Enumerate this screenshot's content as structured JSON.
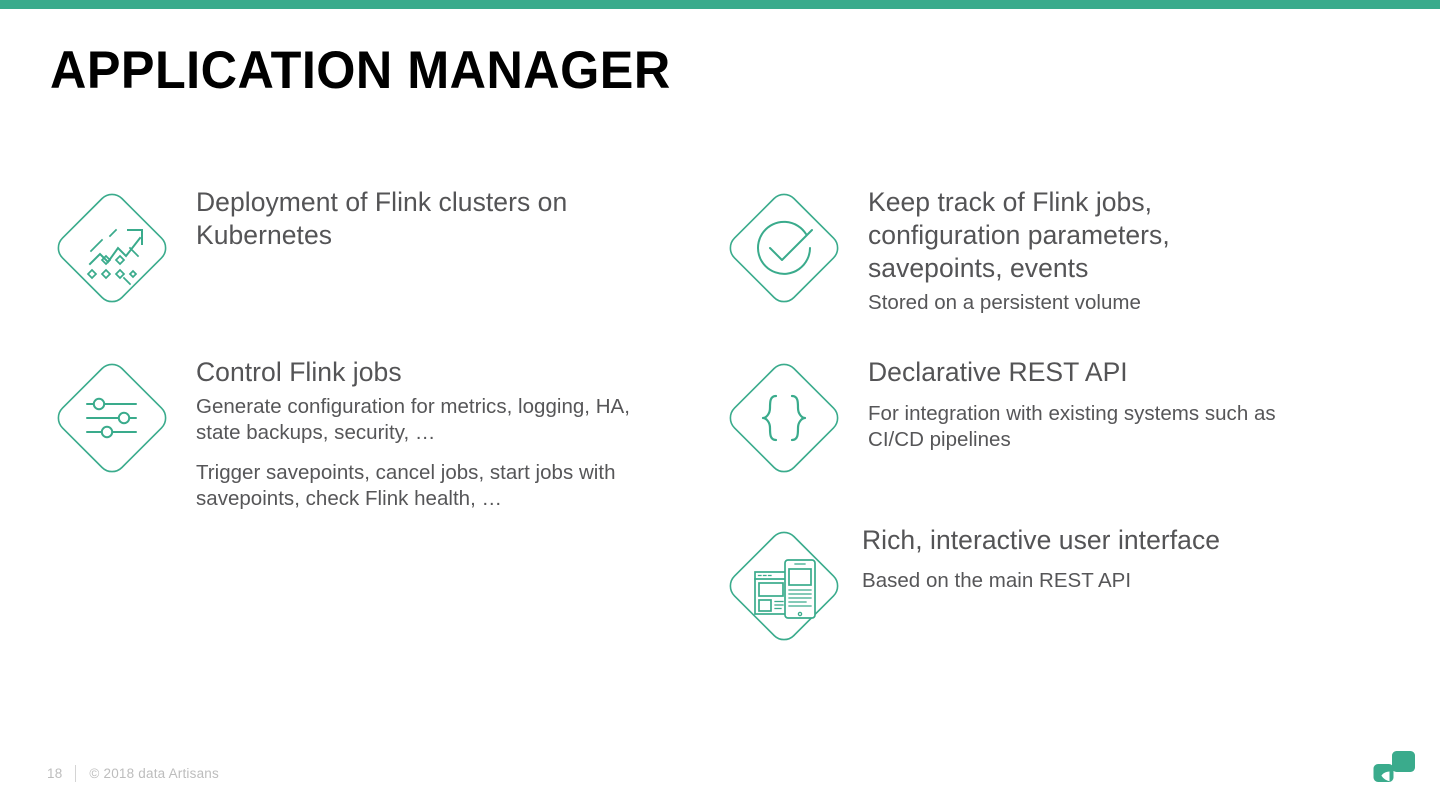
{
  "theme": {
    "accent": "#3aab8c",
    "icon_stroke": "#3aab8c",
    "heading_color": "#545456",
    "body_color": "#565658",
    "title_color": "#000000",
    "footer_color": "#bdbdbd",
    "background": "#ffffff"
  },
  "header": {
    "title": "APPLICATION MANAGER"
  },
  "features": {
    "left": [
      {
        "icon": "deployment-arrow-icon",
        "heading": "Deployment of Flink clusters on Kubernetes",
        "subs": []
      },
      {
        "icon": "sliders-icon",
        "heading": "Control Flink jobs",
        "subs": [
          "Generate configuration for metrics, logging, HA, state backups, security, …",
          "Trigger savepoints, cancel jobs, start jobs with savepoints, check Flink health, …"
        ]
      }
    ],
    "right": [
      {
        "icon": "check-circle-icon",
        "heading": "Keep track of Flink jobs, configuration parameters, savepoints, events",
        "subs": [
          "Stored on a persistent volume"
        ]
      },
      {
        "icon": "curly-braces-icon",
        "heading": "Declarative REST API",
        "subs": [
          "For integration with existing systems such as CI/CD pipelines"
        ]
      },
      {
        "icon": "devices-ui-icon",
        "heading": "Rich, interactive user interface",
        "subs": [
          "Based on the main REST API"
        ]
      }
    ]
  },
  "footer": {
    "page_number": "18",
    "copyright": "© 2018 data Artisans",
    "logo_name": "data-artisans-logo"
  }
}
